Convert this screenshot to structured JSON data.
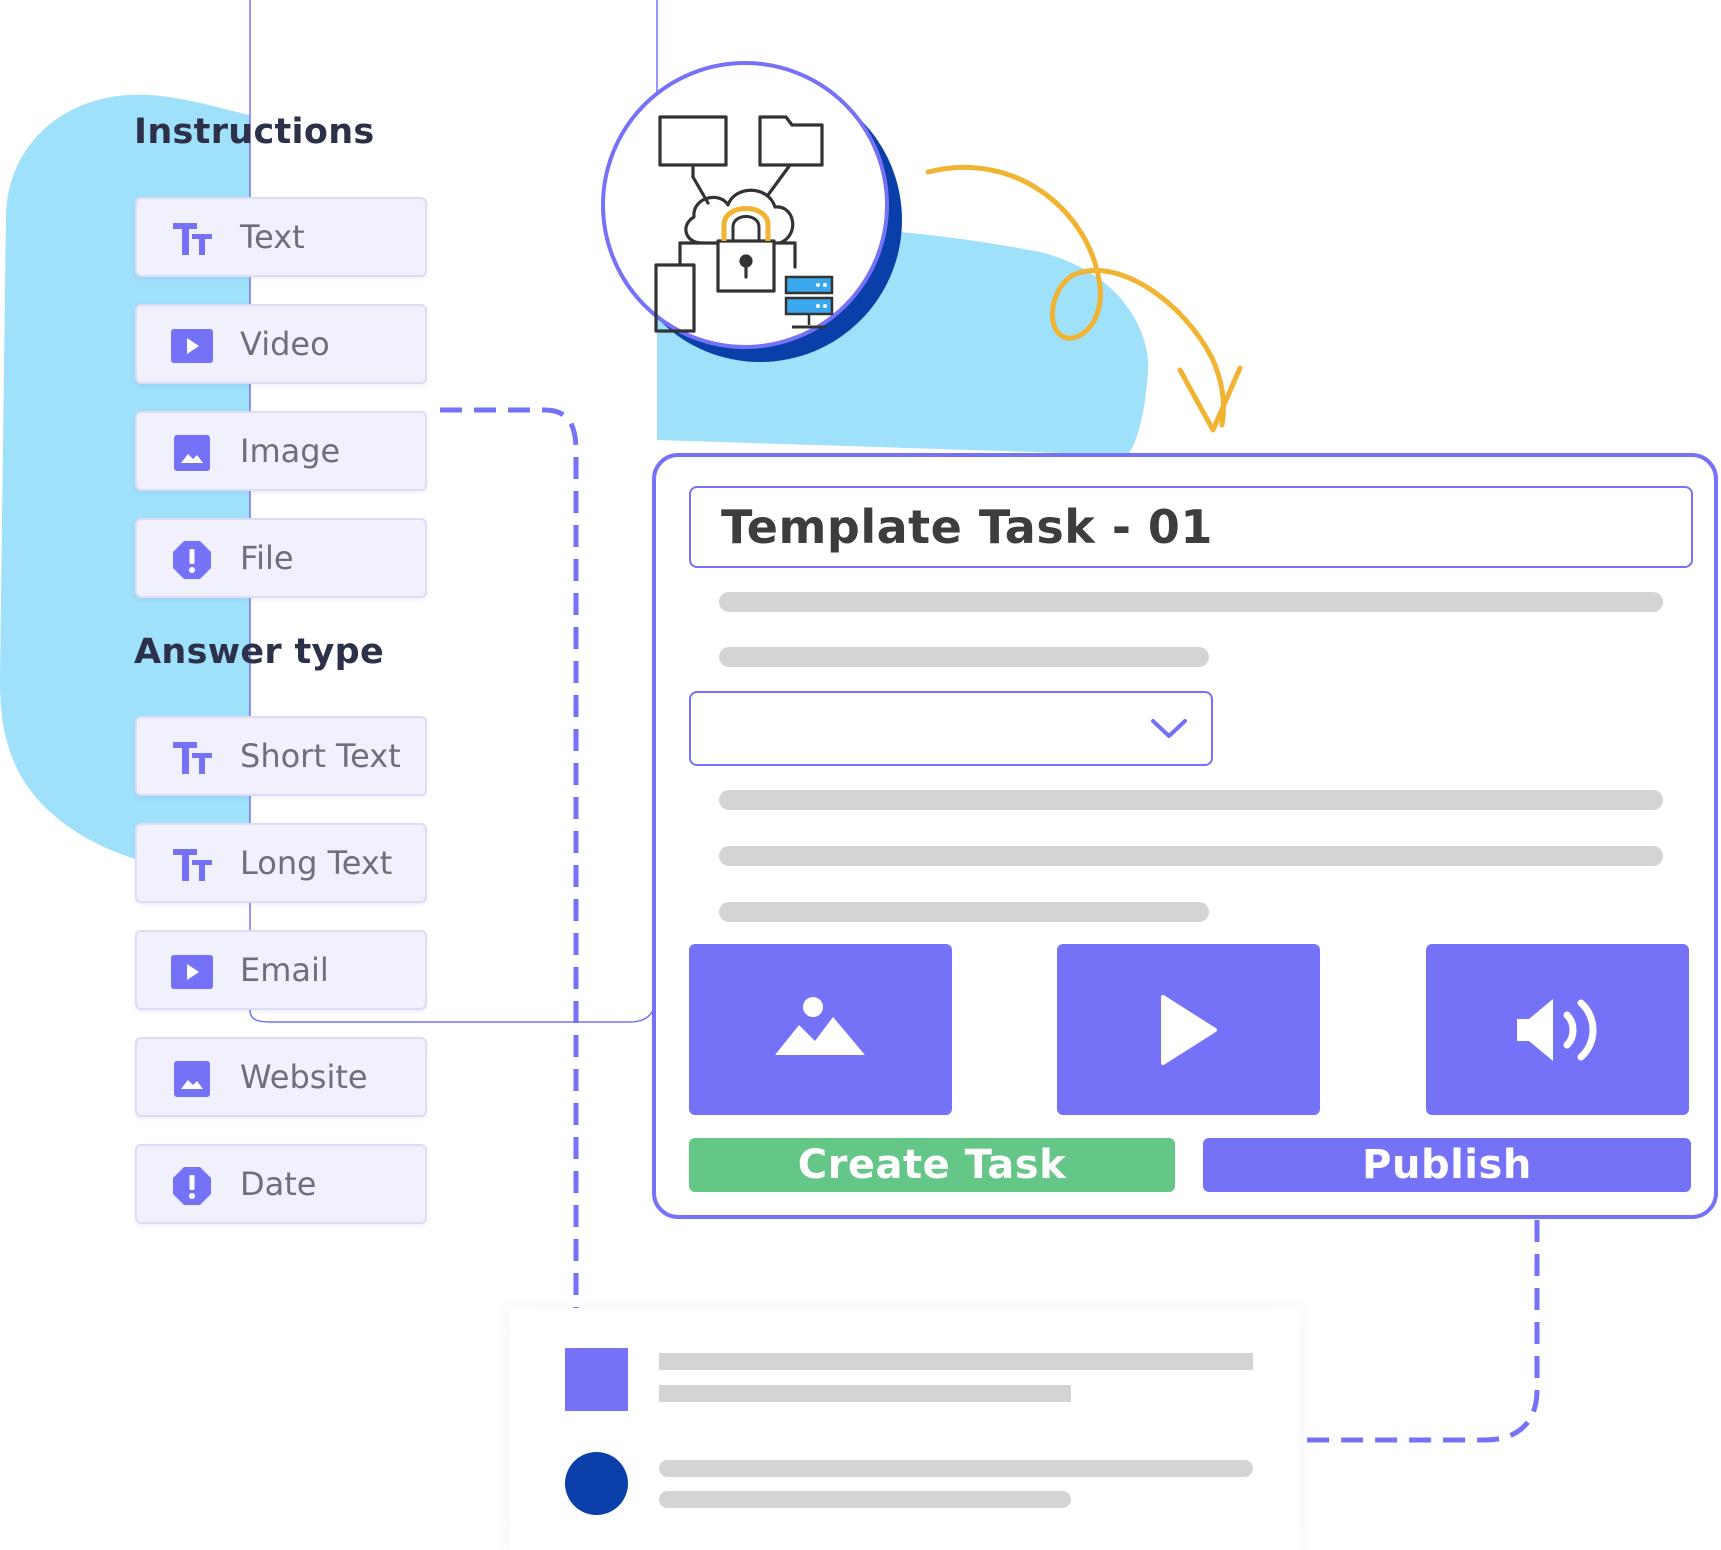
{
  "instructions": {
    "title": "Instructions",
    "items": [
      {
        "label": "Text",
        "icon": "text-format-icon"
      },
      {
        "label": "Video",
        "icon": "play-icon"
      },
      {
        "label": "Image",
        "icon": "image-icon"
      },
      {
        "label": "File",
        "icon": "alert-icon"
      }
    ]
  },
  "answer_type": {
    "title": "Answer type",
    "items": [
      {
        "label": "Short Text",
        "icon": "text-format-icon"
      },
      {
        "label": "Long Text",
        "icon": "text-format-icon"
      },
      {
        "label": "Email",
        "icon": "play-icon"
      },
      {
        "label": "Website",
        "icon": "image-icon"
      },
      {
        "label": "Date",
        "icon": "alert-icon"
      }
    ]
  },
  "task": {
    "title": "Template Task - 01",
    "media": [
      {
        "icon": "image-icon"
      },
      {
        "icon": "play-icon"
      },
      {
        "icon": "volume-icon"
      }
    ],
    "create_label": "Create Task",
    "publish_label": "Publish"
  },
  "colors": {
    "accent": "#7572f8",
    "success": "#64c687",
    "blob": "#9fe0fb",
    "navy": "#0a3ea8",
    "arrow": "#f0b432"
  }
}
